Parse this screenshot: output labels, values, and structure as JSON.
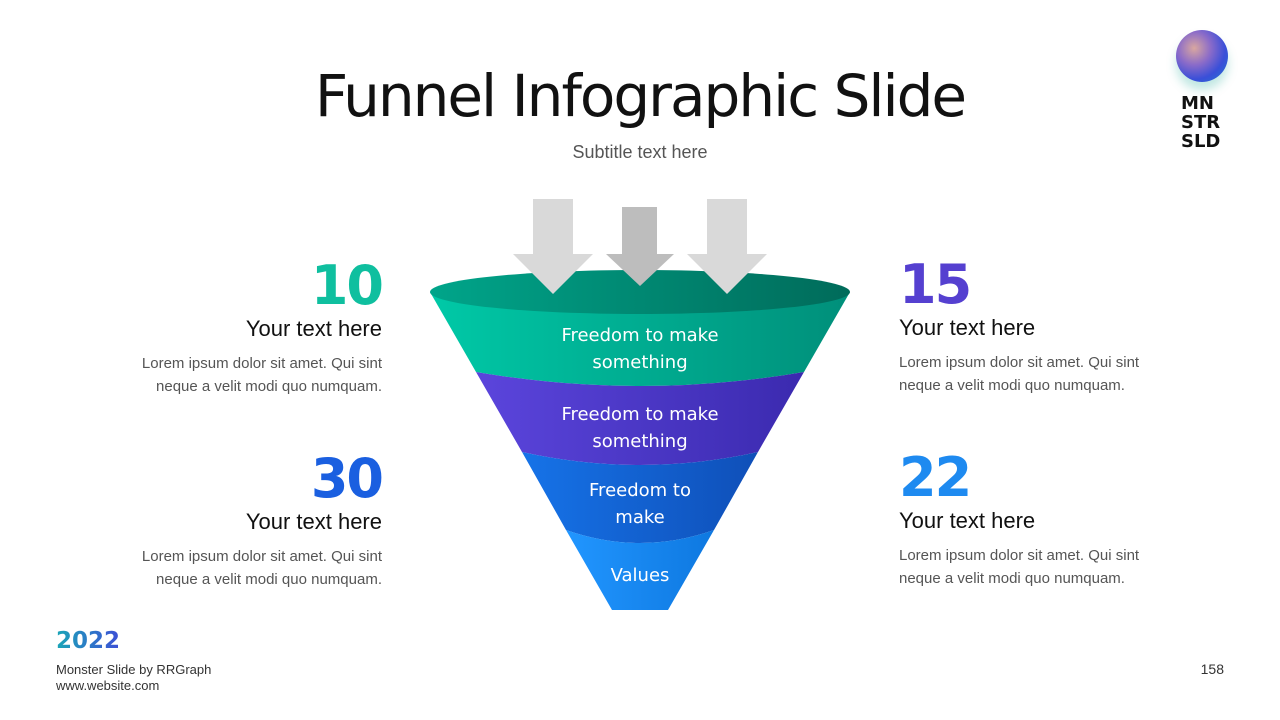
{
  "title": "Funnel Infographic Slide",
  "subtitle": "Subtitle text here",
  "logo": {
    "lines": [
      "MN",
      "STR",
      "SLD"
    ]
  },
  "funnel": {
    "stages": [
      {
        "lines": [
          "Freedom to make",
          "something"
        ],
        "color": "#00c2a0"
      },
      {
        "lines": [
          "Freedom to make",
          "something"
        ],
        "color": "#5a3fd6"
      },
      {
        "lines": [
          "Freedom to",
          "make"
        ],
        "color": "#1468dc"
      },
      {
        "lines": [
          "Values"
        ],
        "color": "#1e90ff"
      }
    ]
  },
  "stats": [
    {
      "number": "10",
      "heading": "Your text here",
      "body_lines": [
        "Lorem ipsum dolor sit amet. Qui sint",
        "neque a velit modi quo numquam."
      ],
      "color": "#0fbf9f"
    },
    {
      "number": "30",
      "heading": "Your text here",
      "body_lines": [
        "Lorem ipsum dolor sit amet. Qui sint",
        "neque a velit modi quo numquam."
      ],
      "color": "#1a5fe0"
    },
    {
      "number": "15",
      "heading": "Your text here",
      "body_lines": [
        "Lorem ipsum dolor sit amet. Qui sint",
        "neque a velit modi quo numquam."
      ],
      "color": "#5540d0"
    },
    {
      "number": "22",
      "heading": "Your text here",
      "body_lines": [
        "Lorem ipsum dolor sit amet. Qui sint",
        "neque a velit modi quo numquam."
      ],
      "color": "#1e8af0"
    }
  ],
  "footer": {
    "year": "2022",
    "credit": "Monster Slide  by RRGraph",
    "website": "www.website.com",
    "page": "158"
  }
}
